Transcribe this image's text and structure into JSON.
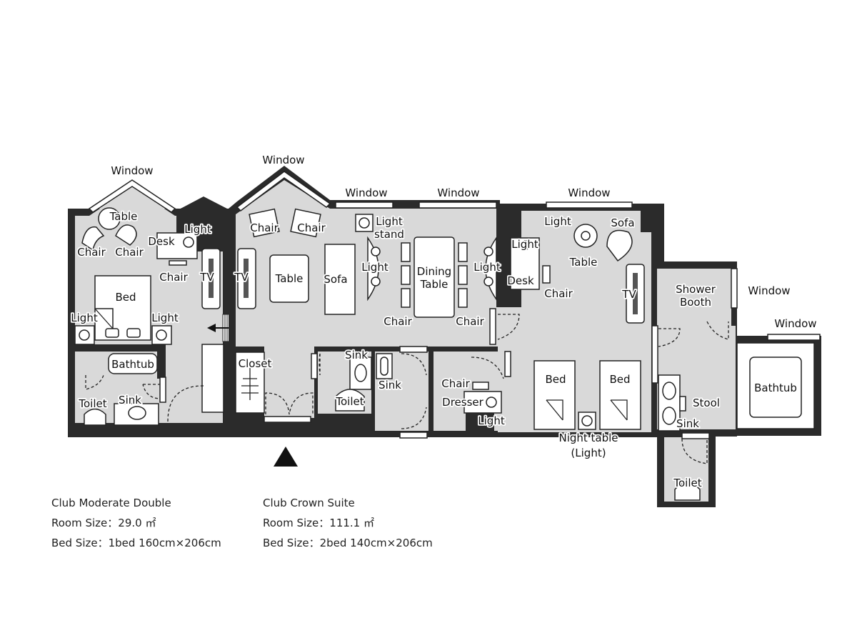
{
  "double_room": {
    "name": "Club Moderate Double",
    "room_size": "Room Size：29.0 ㎡",
    "bed_size": "Bed Size：1bed 160cm×206cm",
    "labels": [
      "Window",
      "Table",
      "Chair",
      "Chair",
      "Desk",
      "Light",
      "Chair",
      "TV",
      "Bed",
      "Light",
      "Light",
      "Bathtub",
      "Toilet",
      "Sink"
    ]
  },
  "suite": {
    "name": "Club Crown Suite",
    "room_size": "Room Size：111.1 ㎡",
    "bed_size": "Bed Size：2bed 140cm×206cm",
    "labels": [
      "Window",
      "Window",
      "Window",
      "Window",
      "Chair",
      "Chair",
      "Light",
      "stand",
      "TV",
      "Table",
      "Sofa",
      "Light",
      "Dining",
      "Table",
      "Light",
      "Chair",
      "Chair",
      "Closet",
      "Sink",
      "Sink",
      "Toilet",
      "Chair",
      "Dresser",
      "Light",
      "Light",
      "Desk",
      "Chair",
      "Light",
      "Table",
      "Sofa",
      "TV",
      "Bed",
      "Bed",
      "Night table",
      "(Light)",
      "Shower",
      "Booth",
      "Window",
      "Window",
      "Bathtub",
      "Stool",
      "Sink",
      "Toilet"
    ]
  }
}
